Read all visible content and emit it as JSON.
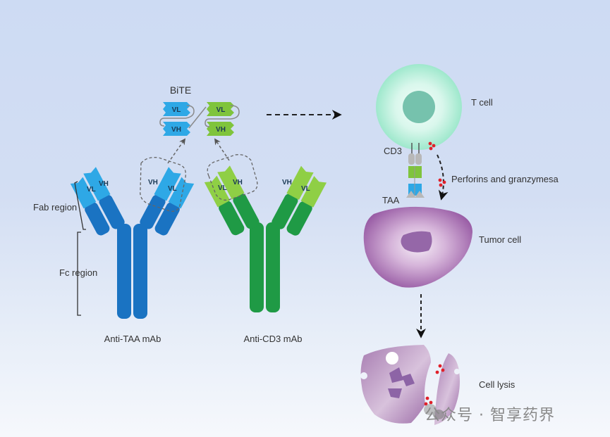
{
  "diagram": {
    "title": "BiTE mechanism of action",
    "bite": {
      "label": "BiTE",
      "domains": [
        "VL",
        "VH",
        "VL",
        "VH"
      ]
    },
    "antibodies": [
      {
        "name": "Anti-TAA mAb",
        "color": "#1a73c2",
        "fab_color": "#2ea8e6",
        "left_domains": [
          "VL",
          "VH"
        ],
        "right_domains": [
          "VH",
          "VL"
        ]
      },
      {
        "name": "Anti-CD3 mAb",
        "color": "#1f9a45",
        "fab_color": "#7fc43c",
        "left_domains": [
          "VL",
          "VH"
        ],
        "right_domains": [
          "VH",
          "VL"
        ]
      }
    ],
    "regions": {
      "fab": "Fab region",
      "fc": "Fc region"
    },
    "cells": {
      "t_cell": "T cell",
      "tumor_cell": "Tumor cell",
      "cell_lysis": "Cell lysis"
    },
    "markers": {
      "cd3": "CD3",
      "taa": "TAA",
      "perforins": "Perforins and granzymesa"
    },
    "colors": {
      "tcell": "#a8ecd4",
      "tcell_nucleus": "#76c2ad",
      "tumor": "#9b62a6",
      "granule": "#e0202a"
    }
  },
  "watermark": {
    "text": "公众号 · 智享药界"
  }
}
